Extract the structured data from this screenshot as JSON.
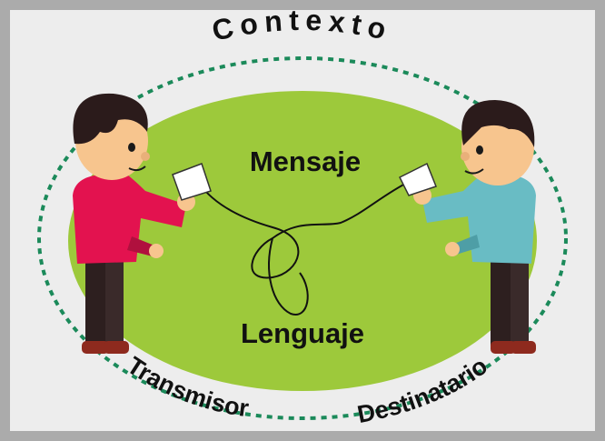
{
  "diagram": {
    "context_label": "Contexto",
    "message_label": "Mensaje",
    "language_label": "Lenguaje",
    "sender_label": "Transmisor",
    "receiver_label": "Destinatario"
  },
  "colors": {
    "frame": "#ababab",
    "background": "#ededed",
    "ellipse_fill": "#9dc93b",
    "dotted_ring": "#1b8a5a",
    "sender_shirt": "#e3124f",
    "receiver_shirt": "#69bcc4",
    "skin": "#f7c58e",
    "hair": "#2b1b1b",
    "pants": "#2d1f1f",
    "shoes": "#8e2a1e"
  },
  "icons": [
    "sender-person-icon",
    "receiver-person-icon",
    "cup-phone-icon",
    "string-icon"
  ]
}
